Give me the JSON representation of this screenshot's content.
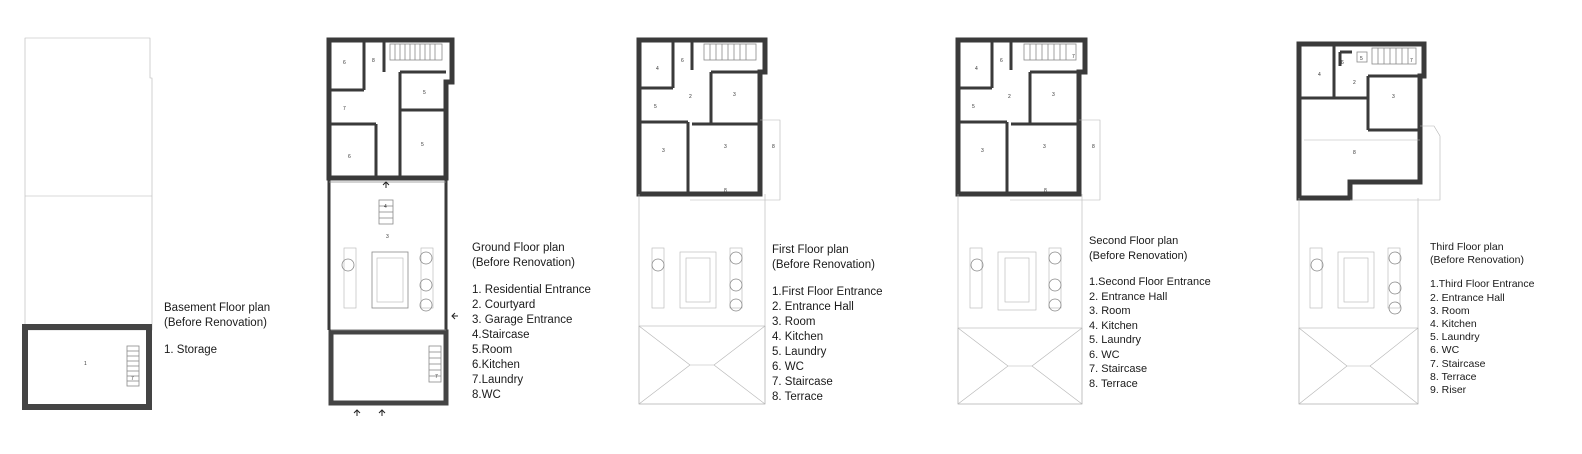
{
  "plans": [
    {
      "id": "basement",
      "title_line1": "Basement Floor plan",
      "title_line2": "(Before Renovation)",
      "items": [
        "1. Storage"
      ],
      "room_labels": [
        "1",
        "7"
      ]
    },
    {
      "id": "ground",
      "title_line1": "Ground Floor plan",
      "title_line2": "(Before Renovation)",
      "items": [
        "1. Residential Entrance",
        "2. Courtyard",
        "3. Garage Entrance",
        "4.Staircase",
        "5.Room",
        "6.Kitchen",
        "7.Laundry",
        "8.WC"
      ],
      "room_labels": [
        "6",
        "8",
        "7",
        "5",
        "5",
        "6",
        "4",
        "3",
        "7"
      ]
    },
    {
      "id": "first",
      "title_line1": "First Floor plan",
      "title_line2": "(Before Renovation)",
      "items": [
        "1.First Floor Entrance",
        "2. Entrance Hall",
        "3. Room",
        "4. Kitchen",
        "5. Laundry",
        "6. WC",
        "7. Staircase",
        "8. Terrace"
      ],
      "room_labels": [
        "4",
        "6",
        "2",
        "3",
        "5",
        "3",
        "3",
        "8",
        "8"
      ]
    },
    {
      "id": "second",
      "title_line1": "Second Floor plan",
      "title_line2": "(Before Renovation)",
      "items": [
        "1.Second Floor Entrance",
        "2. Entrance Hall",
        "3. Room",
        "4. Kitchen",
        "5. Laundry",
        "6. WC",
        "7. Staircase",
        "8. Terrace"
      ],
      "room_labels": [
        "4",
        "6",
        "2",
        "3",
        "5",
        "3",
        "3",
        "8",
        "8",
        "7"
      ]
    },
    {
      "id": "third",
      "title_line1": "Third Floor plan",
      "title_line2": "(Before Renovation)",
      "items": [
        "1.Third Floor Entrance",
        "2. Entrance Hall",
        "3. Room",
        "4. Kitchen",
        "5. Laundry",
        "6. WC",
        "7. Staircase",
        "8. Terrace",
        "9. Riser"
      ],
      "room_labels": [
        "4",
        "6",
        "5",
        "2",
        "3",
        "8",
        "7"
      ]
    }
  ]
}
